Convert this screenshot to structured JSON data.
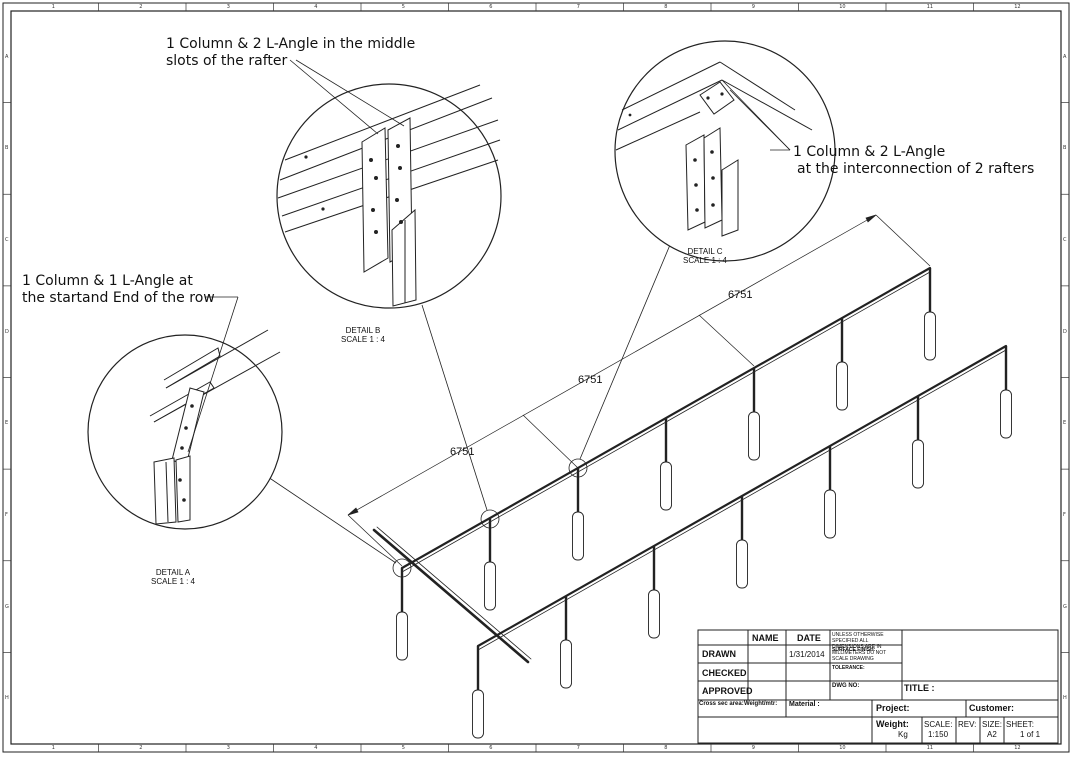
{
  "notes": {
    "middle_line1": "1 Column & 2 L-Angle in the middle",
    "middle_line2": "slots of the rafter",
    "inter_line1": "1 Column & 2 L-Angle",
    "inter_line2": "at the interconnection of 2 rafters",
    "start_line1": "1 Column & 1 L-Angle at",
    "start_line2": "the startand End of the row"
  },
  "details": {
    "a_name": "DETAIL A",
    "a_scale": "SCALE 1 : 4",
    "b_name": "DETAIL B",
    "b_scale": "SCALE 1 : 4",
    "c_name": "DETAIL C",
    "c_scale": "SCALE 1 : 4"
  },
  "dimensions": [
    "6751",
    "6751",
    "6751"
  ],
  "grid": {
    "columns": [
      "1",
      "2",
      "3",
      "4",
      "5",
      "6",
      "7",
      "8",
      "9",
      "10",
      "11",
      "12"
    ],
    "rows": [
      "A",
      "B",
      "C",
      "D",
      "E",
      "F",
      "G",
      "H"
    ]
  },
  "title_block": {
    "name_header": "NAME",
    "date_header": "DATE",
    "drawn": "DRAWN",
    "checked": "CHECKED",
    "approved": "APPROVED",
    "drawn_date": "1/31/2014",
    "note_small": "UNLESS OTHERWISE SPECIFIED ALL DIMENSIONS ARE IN MILLIMETERS DO NOT SCALE DRAWING",
    "surface_finish": "SURFACE FINISH:",
    "tolerance": "TOLERANCE:",
    "dwg_no": "DWG NO:",
    "title": "TITLE :",
    "cross_sec": "Cross sec area:",
    "weight_mtr": "Weight/mtr:",
    "material": "Material :",
    "project": "Project:",
    "customer": "Customer:",
    "weight": "Weight:",
    "kg": "Kg",
    "scale_label": "SCALE:",
    "scale_value": "1:150",
    "rev": "REV:",
    "size_label": "SIZE:",
    "size_value": "A2",
    "sheet_label": "SHEET:",
    "sheet_value": "1 of 1"
  }
}
